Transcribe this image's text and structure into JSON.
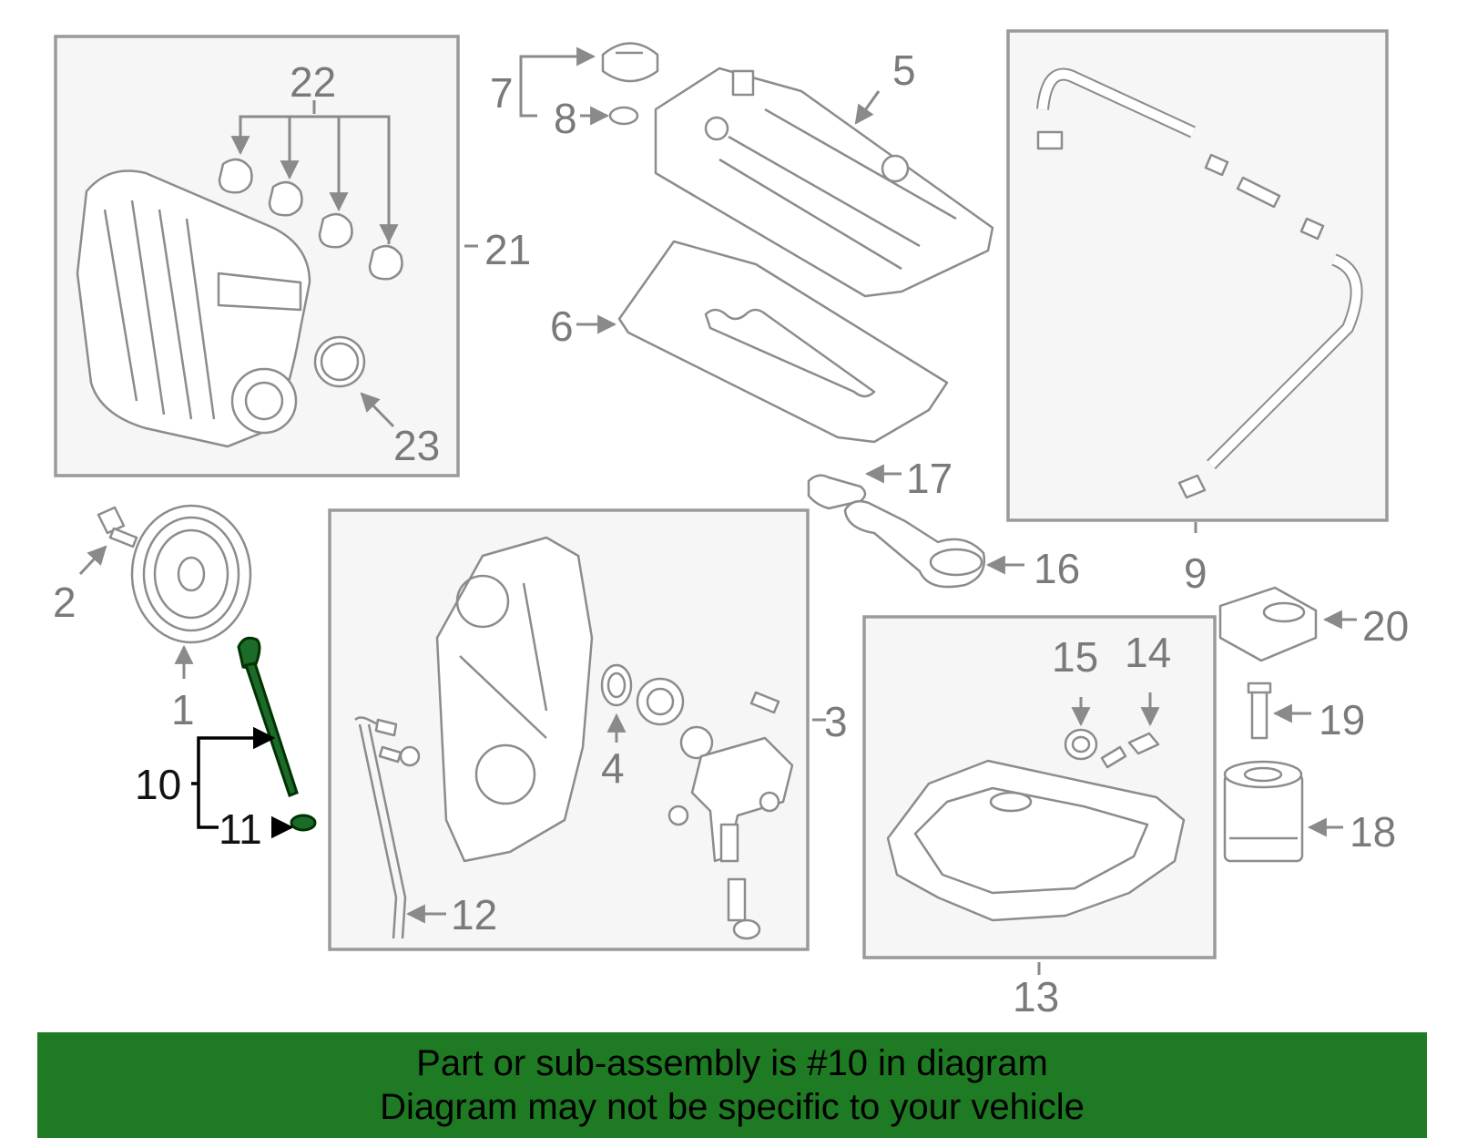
{
  "diagram": {
    "highlighted_part": "10",
    "colors": {
      "banner": "#1e7a23",
      "highlight": "#1c6b2a",
      "line": "#8a8a8a",
      "box_fill": "#f6f6f6"
    },
    "callouts": {
      "c1": "1",
      "c2": "2",
      "c3": "3",
      "c4": "4",
      "c5": "5",
      "c6": "6",
      "c7": "7",
      "c8": "8",
      "c9": "9",
      "c10": "10",
      "c11": "11",
      "c12": "12",
      "c13": "13",
      "c14": "14",
      "c15": "15",
      "c16": "16",
      "c17": "17",
      "c18": "18",
      "c19": "19",
      "c20": "20",
      "c21": "21",
      "c22": "22",
      "c23": "23"
    }
  },
  "banner": {
    "line1": "Part or sub-assembly is #10 in diagram",
    "line2": "Diagram may not be specific to your vehicle"
  }
}
